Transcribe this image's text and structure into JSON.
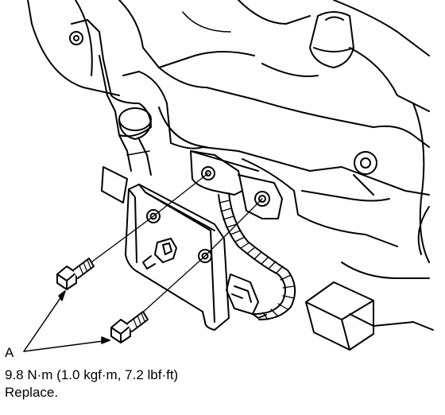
{
  "callout": {
    "label": "A",
    "torque": "9.8 N·m (1.0 kgf·m, 7.2 lbf·ft)",
    "note": "Replace."
  },
  "colors": {
    "ink": "#000000",
    "paper": "#ffffff"
  }
}
